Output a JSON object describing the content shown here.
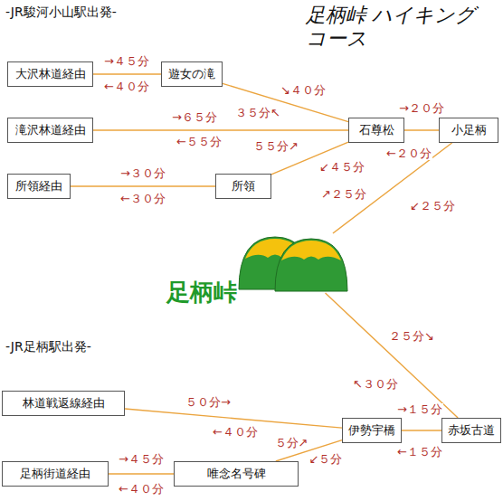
{
  "diagram": {
    "title": "足柄峠 ハイキングコース",
    "nodes": [
      {
        "text": [
          "大沢林道経由"
        ]
      },
      {
        "text": [
          "遊女の滝"
        ]
      },
      {
        "text": [
          "滝沢林道経由"
        ]
      },
      {
        "text": [
          "石尊松"
        ]
      },
      {
        "text": [
          "小足柄"
        ]
      },
      {
        "text": [
          "所領経由"
        ]
      },
      {
        "text": [
          "所領"
        ]
      },
      {
        "text": [
          "足柄峠"
        ]
      },
      {
        "text": [
          "林道戦返線経由"
        ]
      },
      {
        "text": [
          "伊勢宇橋"
        ]
      },
      {
        "text": [
          "赤坂古道"
        ]
      },
      {
        "text": [
          "足柄街道経由"
        ]
      },
      {
        "text": [
          "唯念名号碑"
        ]
      }
    ],
    "edges": [
      {
        "from": 0,
        "to": 1,
        "arrow": "none",
        "label": "→４５分"
      },
      {
        "from": 1,
        "to": 3,
        "arrow": "none",
        "label": "↘４０分"
      },
      {
        "from": 2,
        "to": 3,
        "arrow": "none",
        "label": "→６５分"
      },
      {
        "from": 5,
        "to": 6,
        "arrow": "none",
        "label": "→３０分"
      },
      {
        "from": 6,
        "to": 3,
        "arrow": "none",
        "label": "５５分↗"
      },
      {
        "from": 3,
        "to": 4,
        "arrow": "none",
        "label": "→２０分"
      },
      {
        "from": 4,
        "to": 7,
        "arrow": "none",
        "label": "↗２５分"
      },
      {
        "from": 7,
        "to": 10,
        "arrow": "none",
        "label": "２５分↘"
      },
      {
        "from": 8,
        "to": 9,
        "arrow": "none",
        "label": "５０分→"
      },
      {
        "from": 9,
        "to": 10,
        "arrow": "none",
        "label": "→１５分"
      },
      {
        "from": 11,
        "to": 12,
        "arrow": "none",
        "label": "→４５分"
      },
      {
        "from": 12,
        "to": 9,
        "arrow": "none",
        "label": "５分↗"
      }
    ],
    "labels": [
      "-JR駿河小山駅出発-",
      "←４０分",
      "３５分↖",
      "←５５分",
      "↙４５分",
      "←３０分",
      "←２０分",
      "↙２５分",
      "↖３０分",
      "-JR足柄駅出発-",
      "←４０分",
      "←１５分",
      "↙５分",
      "←４０分"
    ]
  }
}
